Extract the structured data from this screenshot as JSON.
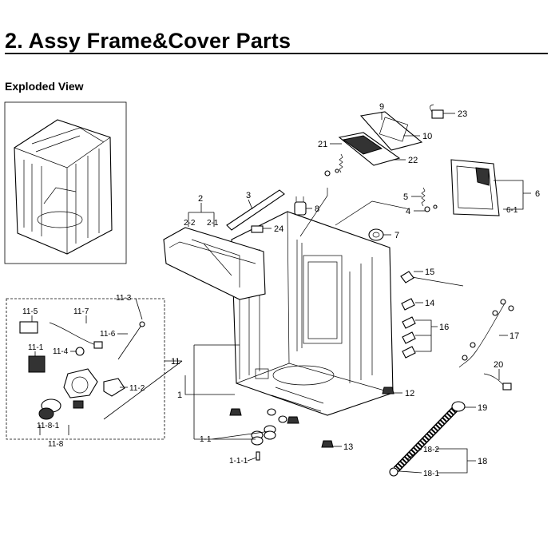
{
  "header": {
    "title": "2.  Assy Frame&Cover Parts",
    "subtitle": "Exploded View"
  },
  "callouts": {
    "c9": "9",
    "c23": "23",
    "c10": "10",
    "c21": "21",
    "c22": "22",
    "c6": "6",
    "c6_1": "6-1",
    "c5": "5",
    "c4": "4",
    "c2": "2",
    "c2_2": "2-2",
    "c2_1": "2-1",
    "c3": "3",
    "c24": "24",
    "c8": "8",
    "c7": "7",
    "c15": "15",
    "c14": "14",
    "c16": "16",
    "c17": "17",
    "c20": "20",
    "c12": "12",
    "c19": "19",
    "c13": "13",
    "c18": "18",
    "c18_2": "18-2",
    "c18_1": "18-1",
    "c1": "1",
    "c1_1": "1-1",
    "c1_1_1": "1-1-1",
    "c11": "11",
    "c11_1": "11-1",
    "c11_2": "11-2",
    "c11_3": "11-3",
    "c11_4": "11-4",
    "c11_5": "11-5",
    "c11_6": "11-6",
    "c11_7": "11-7",
    "c11_8": "11-8",
    "c11_8_1": "11-8-1"
  }
}
